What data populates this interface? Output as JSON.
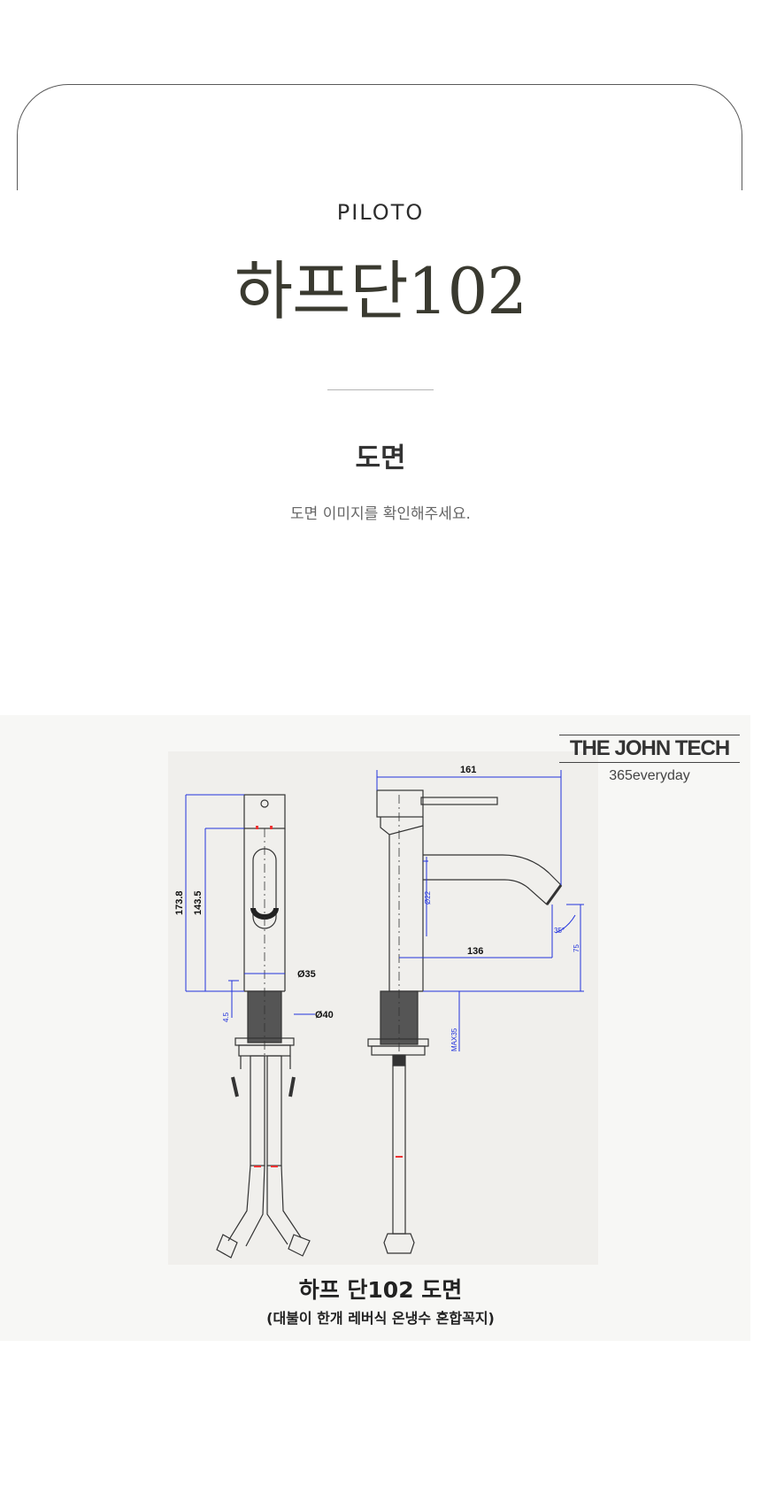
{
  "header": {
    "brand": "PILOTO",
    "product_title": "하프단102"
  },
  "section": {
    "title": "도면",
    "description": "도면 이미지를 확인해주세요."
  },
  "drawing": {
    "logo": {
      "main": "THE JOHN TECH",
      "sub": "365everyday"
    },
    "dimensions": {
      "d161": "161",
      "d173_8": "173.8",
      "d143_5": "143.5",
      "d35": "Ø35",
      "d40": "Ø40",
      "d4_5": "4.5",
      "d136": "136",
      "d75": "75",
      "d35deg": "35°",
      "d22": "Ø22",
      "max35": "MAX35"
    },
    "caption_main": "하프 단102 도면",
    "caption_sub": "(대불이 한개 레버식 온냉수 혼합꼭지)"
  },
  "colors": {
    "dimension": "#2233dd",
    "line": "#333333",
    "accent": "#e33333"
  }
}
